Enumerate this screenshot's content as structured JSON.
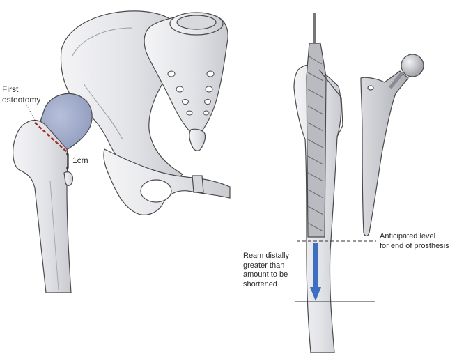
{
  "annotations": {
    "first_osteotomy": [
      "First",
      "osteotomy"
    ],
    "resection_gap": "1cm",
    "anticipated_level": [
      "Anticipated level",
      "for end of prosthesis"
    ],
    "ream_distally": [
      "Ream distally",
      "greater than",
      "amount to be",
      "shortened"
    ]
  },
  "colors": {
    "bone_fill": "#e5e6e9",
    "bone_outline": "#4a4a4a",
    "femoral_head_highlight": "#9aa5c6",
    "osteotomy_line": "#a52a2a",
    "ream_arrow": "#3f6fc0",
    "prosthesis_fill": "#cfd1d6"
  },
  "icons": {
    "osteotomy_marker": "red-dashed-cut-line",
    "ream_marker": "blue-down-arrow",
    "gap_marker": "bracket"
  }
}
